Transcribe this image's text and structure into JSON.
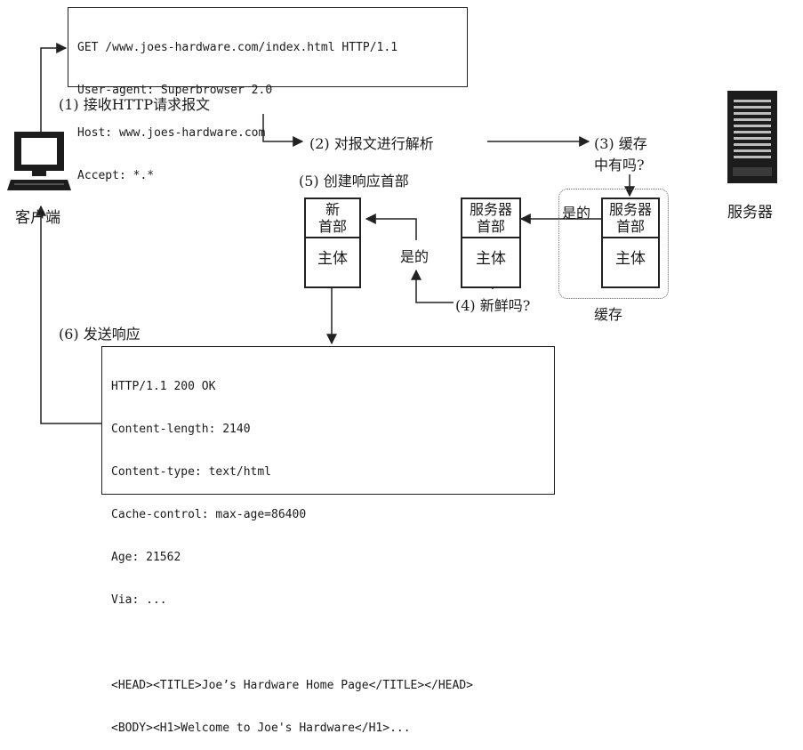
{
  "request": {
    "lines": [
      "GET /www.joes-hardware.com/index.html HTTP/1.1",
      "User-agent: Superbrowser 2.0",
      "Host: www.joes-hardware.com",
      "Accept: *.*"
    ]
  },
  "response": {
    "lines": [
      "HTTP/1.1 200 OK",
      "Content-length: 2140",
      "Content-type: text/html",
      "Cache-control: max-age=86400",
      "Age: 21562",
      "Via: ...",
      "",
      "<HEAD><TITLE>Joe’s Hardware Home Page</TITLE></HEAD>",
      "<BODY><H1>Welcome to Joe's Hardware</H1>..."
    ]
  },
  "client_label": "客户端",
  "server_label": "服务器",
  "steps": {
    "s1": "(1) 接收HTTP请求报文",
    "s2": "(2) 对报文进行解析",
    "s3_line1": "(3) 缓存",
    "s3_line2": "中有吗?",
    "s4": "(4) 新鲜吗?",
    "s5": "(5) 创建响应首部",
    "s6": "(6) 发送响应"
  },
  "yes_label": "是的",
  "cache_label": "缓存",
  "boxes": {
    "new": {
      "hdr1": "新",
      "hdr2": "首部",
      "body": "主体"
    },
    "server_copy": {
      "hdr1": "服务器",
      "hdr2": "首部",
      "body": "主体"
    },
    "cached": {
      "hdr1": "服务器",
      "hdr2": "首部",
      "body": "主体"
    }
  },
  "icons": [
    "computer-icon",
    "server-icon"
  ]
}
